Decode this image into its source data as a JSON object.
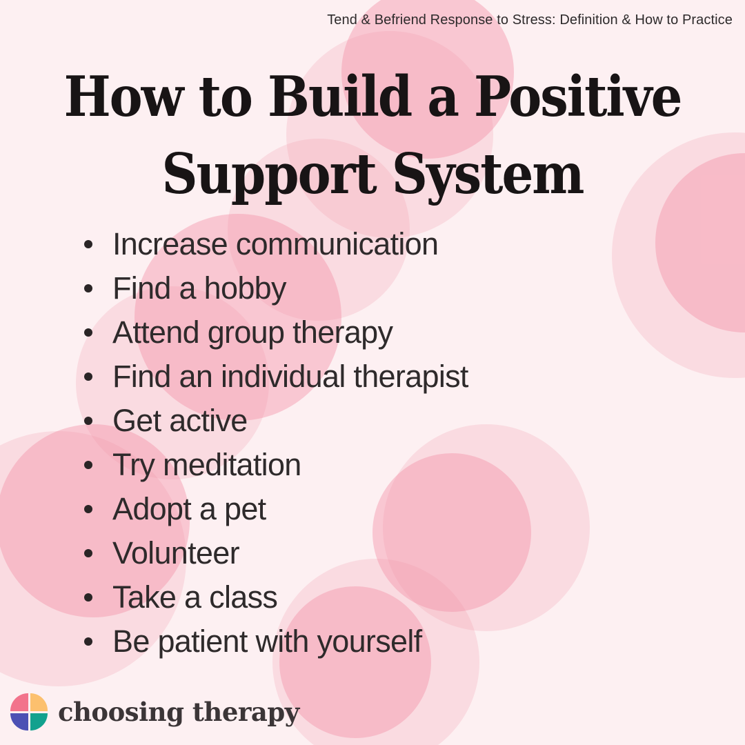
{
  "header": {
    "note": "Tend & Befriend Response to Stress: Definition & How to Practice"
  },
  "title": {
    "full": "How to Build a Positive Support System",
    "line1": "How to Build a Positive",
    "line2": "Support System"
  },
  "list": {
    "items": [
      "Increase communication",
      "Find a hobby",
      "Attend group therapy",
      "Find an individual therapist",
      "Get active",
      "Try meditation",
      "Adopt a pet",
      "Volunteer",
      "Take a class",
      "Be patient with yourself"
    ]
  },
  "footer": {
    "brand_name": "choosing therapy",
    "logo_colors": {
      "pink": "#f2738c",
      "orange": "#fcc06e",
      "indigo": "#4c50b4",
      "teal": "#12a18e"
    }
  },
  "colors": {
    "background": "#fdf0f2",
    "circle_pink_light": "#fbdbe2",
    "circle_pink_dark": "#f9c9d3",
    "title_text": "#181415",
    "body_text": "#2e2a2b",
    "brand_text": "#3b3537"
  }
}
